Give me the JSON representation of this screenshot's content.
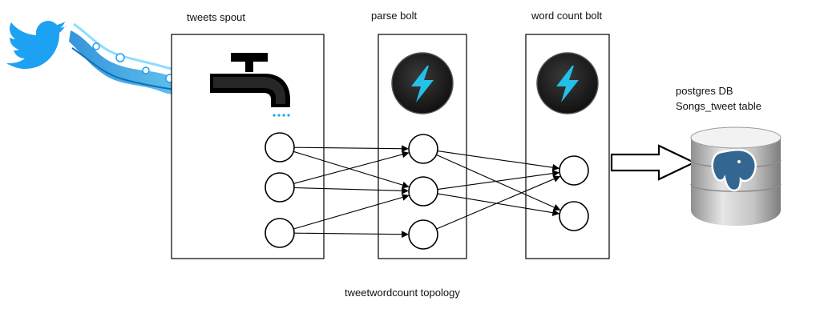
{
  "components": {
    "spout_label": "tweets spout",
    "parse_label": "parse bolt",
    "count_label": "word count bolt",
    "db_label_line1": "postgres DB",
    "db_label_line2": "Songs_tweet table"
  },
  "footer": {
    "topology_label": "tweetwordcount topology"
  },
  "icons": {
    "source": "twitter-bird-icon",
    "stream": "tweet-stream-icon",
    "spout": "water-tap-icon",
    "bolt": "lightning-bolt-icon",
    "output_arrow": "hollow-right-arrow-icon",
    "database": "postgresql-database-icon"
  },
  "colors": {
    "twitter_blue": "#1da1f2",
    "bolt_cyan": "#23c0e8",
    "bolt_dark": "#1a1a1a",
    "db_silver": "#b8b8b8",
    "pg_blue": "#336791"
  },
  "graph": {
    "edges": [
      [
        "s1",
        "p1"
      ],
      [
        "s1",
        "p2"
      ],
      [
        "s2",
        "p1"
      ],
      [
        "s2",
        "p2"
      ],
      [
        "s3",
        "p2"
      ],
      [
        "s3",
        "p3"
      ],
      [
        "p1",
        "c1"
      ],
      [
        "p1",
        "c2"
      ],
      [
        "p2",
        "c1"
      ],
      [
        "p2",
        "c2"
      ],
      [
        "p3",
        "c1"
      ]
    ]
  }
}
